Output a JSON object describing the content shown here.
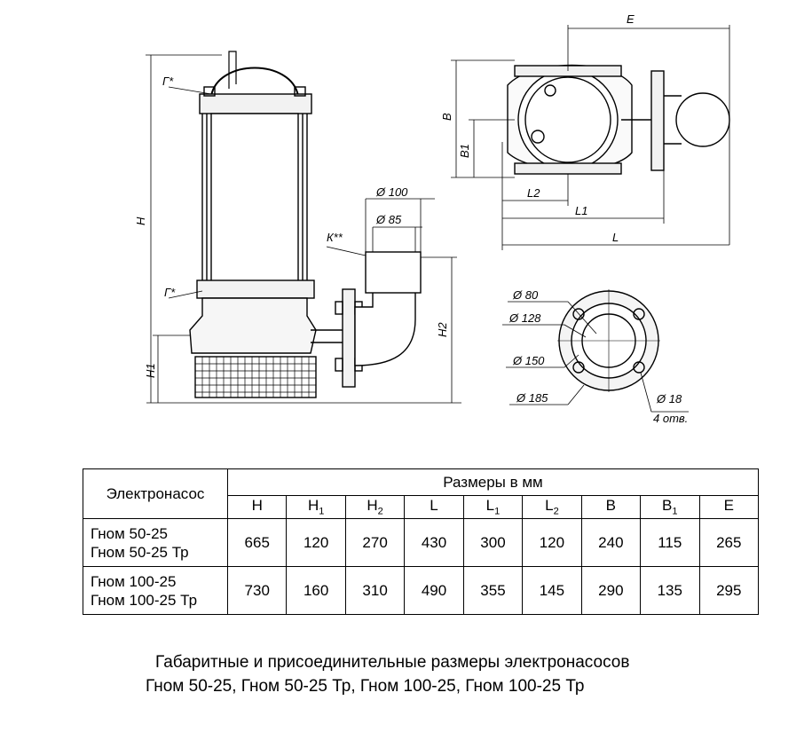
{
  "drawing": {
    "side_view": {
      "label_G_top": "Г*",
      "label_G_bottom": "Г*",
      "label_K": "К**",
      "dim_H": "H",
      "dim_H1": "H1",
      "dim_H2": "H2",
      "dim_d100": "Ø 100",
      "dim_d85": "Ø 85"
    },
    "top_view": {
      "dim_E": "E",
      "dim_B": "B",
      "dim_B1": "B1",
      "dim_L2": "L2",
      "dim_L1": "L1",
      "dim_L": "L"
    },
    "flange_view": {
      "dim_d80": "Ø 80",
      "dim_d128": "Ø 128",
      "dim_d150": "Ø 150",
      "dim_d185": "Ø 185",
      "dim_d18": "Ø 18",
      "holes_note": "4 отв."
    }
  },
  "table": {
    "pump_header": "Электронасос",
    "sizes_header": "Размеры в мм",
    "columns": [
      {
        "base": "H",
        "sub": ""
      },
      {
        "base": "H",
        "sub": "1"
      },
      {
        "base": "H",
        "sub": "2"
      },
      {
        "base": "L",
        "sub": ""
      },
      {
        "base": "L",
        "sub": "1"
      },
      {
        "base": "L",
        "sub": "2"
      },
      {
        "base": "B",
        "sub": ""
      },
      {
        "base": "B",
        "sub": "1"
      },
      {
        "base": "E",
        "sub": ""
      }
    ],
    "rows": [
      {
        "models": [
          "Гном 50-25",
          "Гном 50-25 Тр"
        ],
        "values": [
          "665",
          "120",
          "270",
          "430",
          "300",
          "120",
          "240",
          "115",
          "265"
        ]
      },
      {
        "models": [
          "Гном 100-25",
          "Гном 100-25 Тр"
        ],
        "values": [
          "730",
          "160",
          "310",
          "490",
          "355",
          "145",
          "290",
          "135",
          "295"
        ]
      }
    ]
  },
  "caption": {
    "line1": "Габаритные и присоединительные размеры электронасосов",
    "line2": "Гном 50-25, Гном 50-25 Тр, Гном 100-25, Гном 100-25 Тр"
  }
}
